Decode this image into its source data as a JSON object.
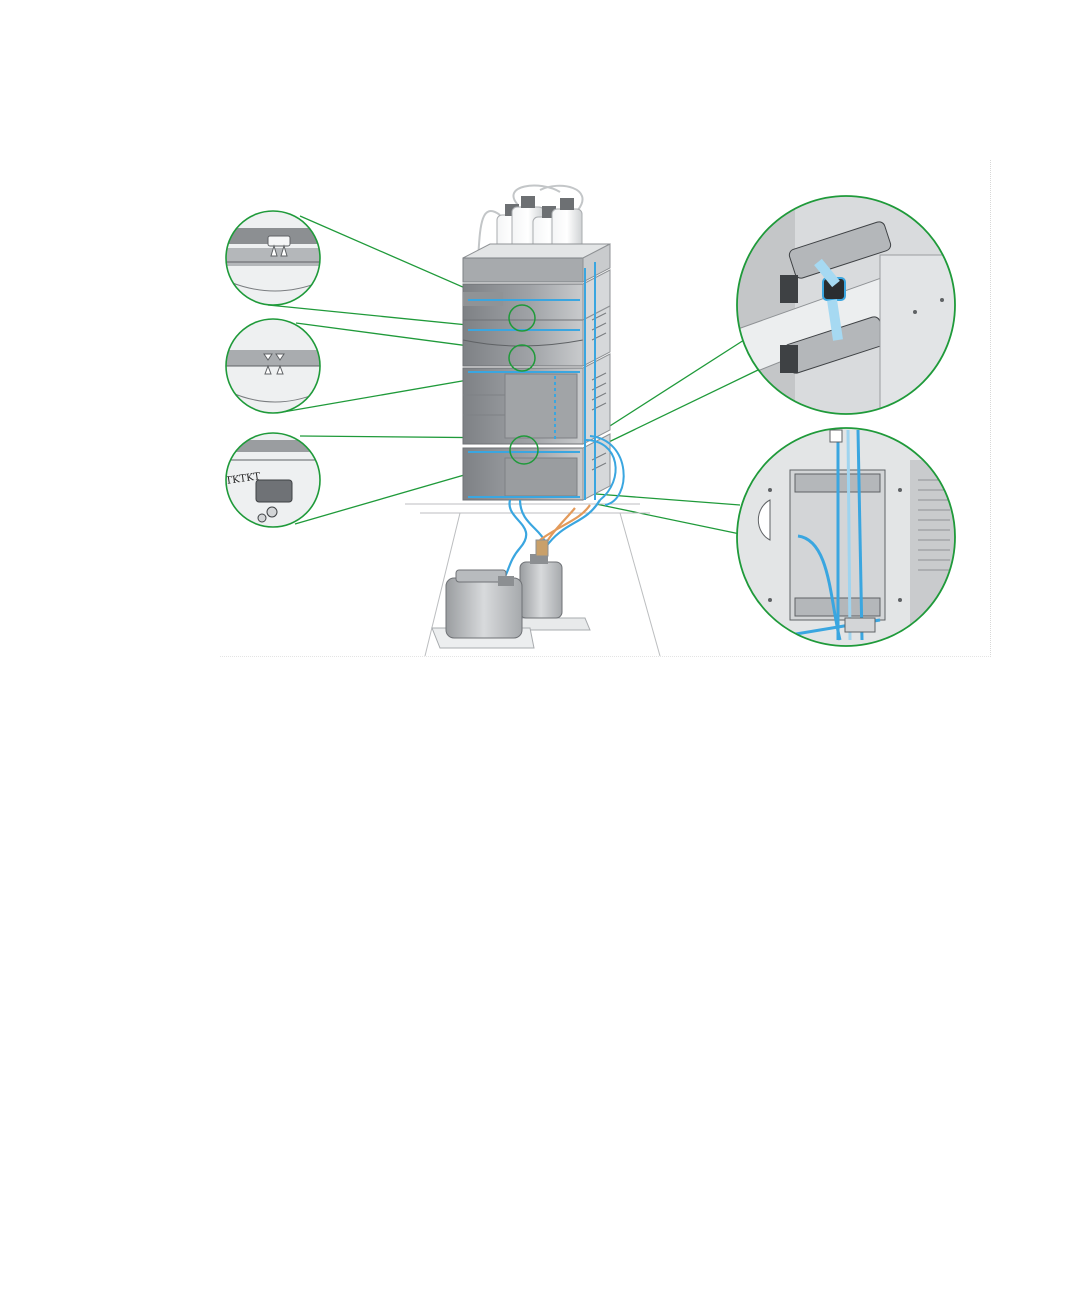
{
  "figure": {
    "palette": {
      "callout_line": "#1f9a3a",
      "tubing": "#3aa6e0",
      "drain_tubing": "#e39a5a",
      "module_dark": "#8c8f92",
      "module_mid": "#a9acaf",
      "module_light": "#d3d5d7",
      "panel_bg": "#eef0f1"
    },
    "stack_modules": [
      "solvent-tray",
      "pump",
      "autosampler",
      "column-compartment",
      "detector"
    ],
    "bottle_count": 4,
    "waste_canister_count": 2,
    "detail_callouts": [
      {
        "id": "left-1",
        "icon": "leak-drain-fitting"
      },
      {
        "id": "left-2",
        "icon": "leak-drain-fitting"
      },
      {
        "id": "left-3",
        "icon": "leak-drain-fitting"
      },
      {
        "id": "right-1",
        "icon": "tubing-clip-holder"
      },
      {
        "id": "right-2",
        "icon": "tubing-channel-rear"
      }
    ],
    "fitting_label": "TKTKT"
  }
}
